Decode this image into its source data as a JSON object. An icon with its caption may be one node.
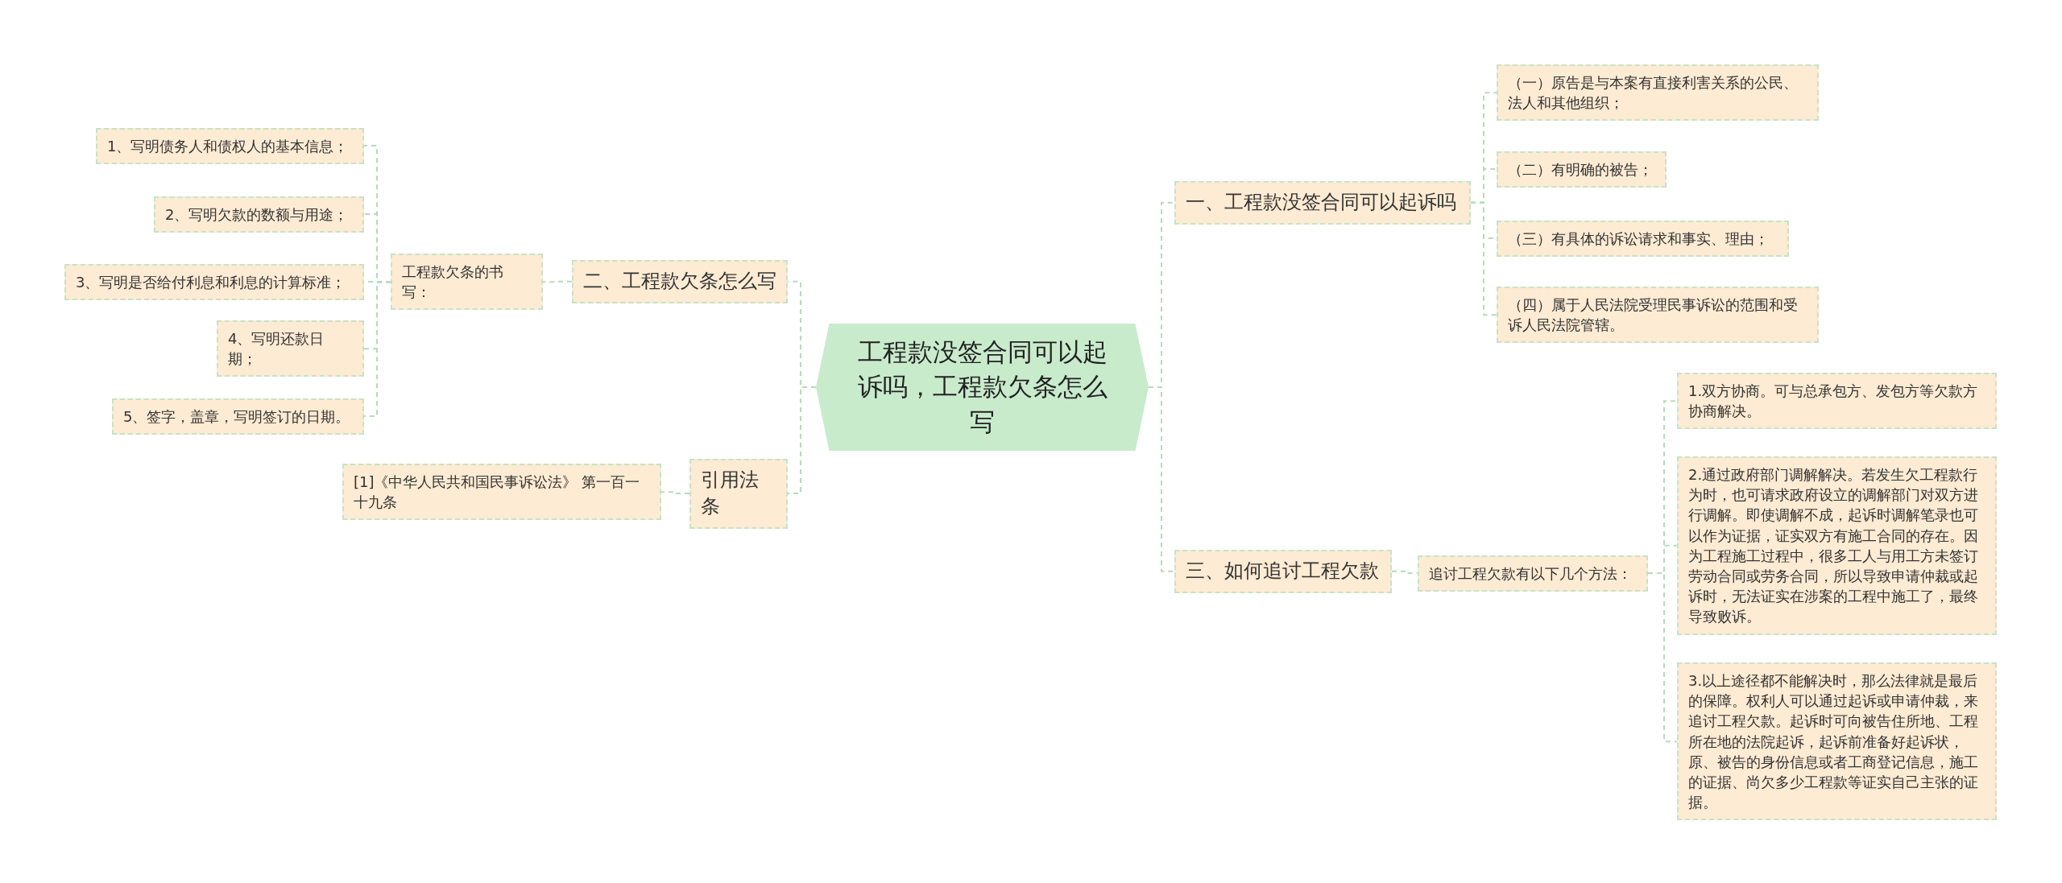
{
  "diagram": {
    "nodes": [
      {
        "text": [
          "工程款没签合同可以起诉吗，工程款欠条怎么写"
        ]
      },
      {
        "text": [
          "一、工程款没签合同可以起诉吗"
        ]
      },
      {
        "text": [
          "（一）原告是与本案有直接利害关系的公民、法人和其他组织；"
        ]
      },
      {
        "text": [
          "（二）有明确的被告；"
        ]
      },
      {
        "text": [
          "（三）有具体的诉讼请求和事实、理由；"
        ]
      },
      {
        "text": [
          "（四）属于人民法院受理民事诉讼的范围和受诉人民法院管辖。"
        ]
      },
      {
        "text": [
          "三、如何追讨工程欠款"
        ]
      },
      {
        "text": [
          "追讨工程欠款有以下几个方法："
        ]
      },
      {
        "text": [
          "1.双方协商。可与总承包方、发包方等欠款方协商解决。"
        ]
      },
      {
        "text": [
          "2.通过政府部门调解解决。若发生欠工程款行为时，也可请求政府设立的调解部门对双方进行调解。即使调解不成，起诉时调解笔录也可以作为证据，证实双方有施工合同的存在。因为工程施工过程中，很多工人与用工方未签订劳动合同或劳务合同，所以导致申请仲裁或起诉时，无法证实在涉案的工程中施工了，最终导致败诉。"
        ]
      },
      {
        "text": [
          "3.以上途径都不能解决时，那么法律就是最后的保障。权利人可以通过起诉或申请仲裁，来追讨工程欠款。起诉时可向被告住所地、工程所在地的法院起诉，起诉前准备好起诉状，原、被告的身份信息或者工商登记信息，施工的证据、尚欠多少工程款等证实自己主张的证据。"
        ]
      },
      {
        "text": [
          "二、工程款欠条怎么写"
        ]
      },
      {
        "text": [
          "工程款欠条的书写："
        ]
      },
      {
        "text": [
          "1、写明债务人和债权人的基本信息；"
        ]
      },
      {
        "text": [
          "2、写明欠款的数额与用途；"
        ]
      },
      {
        "text": [
          "3、写明是否给付利息和利息的计算标准；"
        ]
      },
      {
        "text": [
          "4、写明还款日期；"
        ]
      },
      {
        "text": [
          "5、签字，盖章，写明签订的日期。"
        ]
      },
      {
        "text": [
          "引用法条"
        ]
      },
      {
        "text": [
          "[1]《中华人民共和国民事诉讼法》 第一百一十九条"
        ]
      }
    ],
    "edges": [
      {
        "from": 0,
        "to": 1,
        "arrow": "none"
      },
      {
        "from": 1,
        "to": 2,
        "arrow": "none"
      },
      {
        "from": 1,
        "to": 3,
        "arrow": "none"
      },
      {
        "from": 1,
        "to": 4,
        "arrow": "none"
      },
      {
        "from": 1,
        "to": 5,
        "arrow": "none"
      },
      {
        "from": 0,
        "to": 6,
        "arrow": "none"
      },
      {
        "from": 6,
        "to": 7,
        "arrow": "none"
      },
      {
        "from": 7,
        "to": 8,
        "arrow": "none"
      },
      {
        "from": 7,
        "to": 9,
        "arrow": "none"
      },
      {
        "from": 7,
        "to": 10,
        "arrow": "none"
      },
      {
        "from": 0,
        "to": 11,
        "arrow": "none"
      },
      {
        "from": 11,
        "to": 12,
        "arrow": "none"
      },
      {
        "from": 12,
        "to": 13,
        "arrow": "none"
      },
      {
        "from": 12,
        "to": 14,
        "arrow": "none"
      },
      {
        "from": 12,
        "to": 15,
        "arrow": "none"
      },
      {
        "from": 12,
        "to": 16,
        "arrow": "none"
      },
      {
        "from": 12,
        "to": 17,
        "arrow": "none"
      },
      {
        "from": 0,
        "to": 18,
        "arrow": "none"
      },
      {
        "from": 18,
        "to": 19,
        "arrow": "none"
      }
    ]
  }
}
